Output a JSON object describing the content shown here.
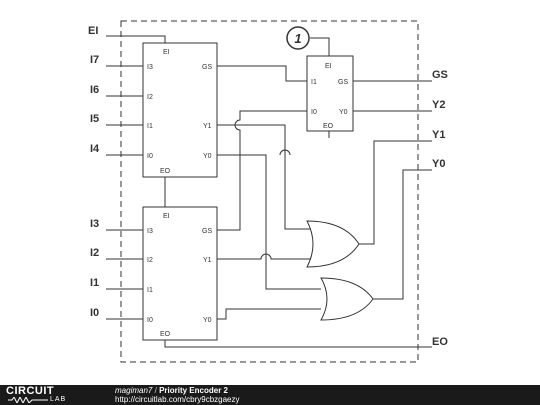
{
  "schematic": {
    "inputs": {
      "ei": "EI",
      "i7": "I7",
      "i6": "I6",
      "i5": "I5",
      "i4": "I4",
      "i3": "I3",
      "i2": "I2",
      "i1": "I1",
      "i0": "I0"
    },
    "outputs": {
      "gs": "GS",
      "y2": "Y2",
      "y1": "Y1",
      "y0": "Y0",
      "eo": "EO"
    },
    "encoder_pins": {
      "ei": "EI",
      "i3": "I3",
      "i2": "I2",
      "i1": "I1",
      "i0": "I0",
      "gs": "GS",
      "y1": "Y1",
      "y0": "Y0",
      "eo": "EO"
    },
    "small_encoder_pins": {
      "ei": "EI",
      "i1": "I1",
      "i0": "I0",
      "gs": "GS",
      "y0": "Y0",
      "eo": "EO"
    },
    "block_number": "1"
  },
  "footer": {
    "logo_top": "CIRCUIT",
    "logo_bottom": "LAB",
    "author": "magiman7",
    "separator": "/",
    "title": "Priority Encoder 2",
    "url": "http://circuitlab.com/cbry9cbzgaezy"
  }
}
